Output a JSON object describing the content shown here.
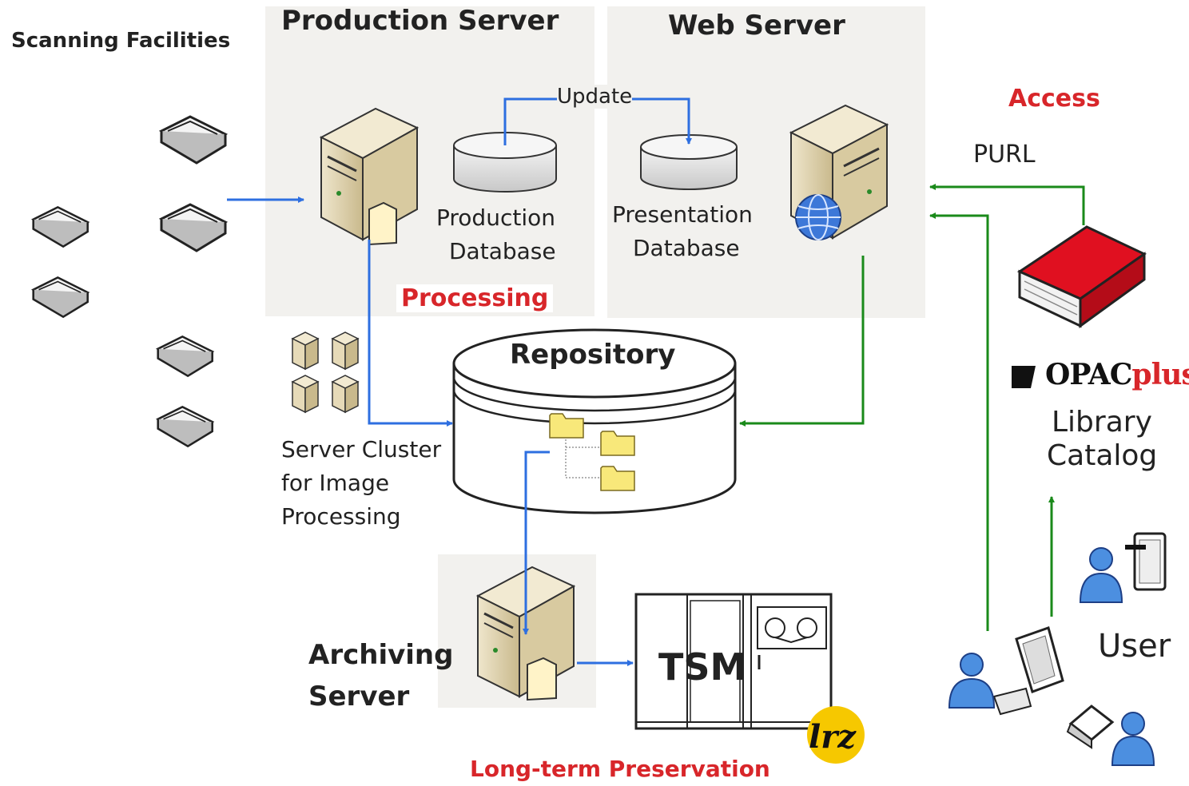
{
  "labels": {
    "scanning_facilities": "Scanning Facilities",
    "production_server": "Production Server",
    "web_server": "Web Server",
    "update": "Update",
    "production_database_line1": "Production",
    "production_database_line2": "Database",
    "presentation_database_line1": "Presentation",
    "presentation_database_line2": "Database",
    "processing": "Processing",
    "repository": "Repository",
    "server_cluster_line1": "Server Cluster",
    "server_cluster_line2": "for Image",
    "server_cluster_line3": "Processing",
    "archiving_server_line1": "Archiving",
    "archiving_server_line2": "Server",
    "tsm": "TSM",
    "long_term_preservation": "Long-term Preservation",
    "access": "Access",
    "purl": "PURL",
    "opac_prefix": "OPAC",
    "opac_suffix": "plus",
    "library_catalog_line1": "Library",
    "library_catalog_line2": "Catalog",
    "user": "User",
    "lrz_logo": "lrz"
  },
  "colors": {
    "panel": "#f2f1ee",
    "blue_arrow": "#2e6fe0",
    "green_arrow": "#1a8a1a",
    "red_label": "#d8262a",
    "book_red": "#e01020",
    "lrz_yellow": "#f6c800"
  }
}
